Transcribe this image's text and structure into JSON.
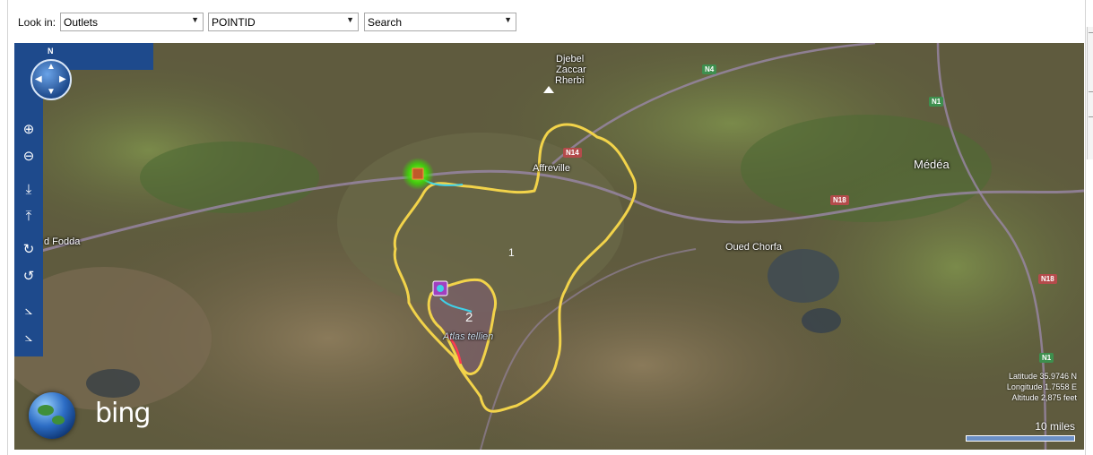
{
  "toolbar": {
    "look_in_label": "Look in:",
    "layer_select": {
      "value": "Outlets"
    },
    "field_select": {
      "value": "POINTID"
    },
    "search_select": {
      "value": "Search"
    }
  },
  "map": {
    "compass_label": "N",
    "provider": "bing",
    "places": {
      "djebel_line1": "Djebel",
      "djebel_line2": "Zaccar",
      "djebel_line3": "Rherbi",
      "affreville": "Affreville",
      "medea": "Médéa",
      "oued_chorfa": "Oued Chorfa",
      "fodda": "d Fodda",
      "atlas": "Atlas tellien"
    },
    "road_shields": {
      "n4": "N4",
      "n1_top": "N1",
      "n14": "N14",
      "n18_mid": "N18",
      "n18_right": "N18",
      "n1_bottom": "N1"
    },
    "polygon_labels": {
      "one": "1",
      "two": "2"
    },
    "readout": {
      "latitude": "Latitude 35.9746 N",
      "longitude": "Longitude 1.7558 E",
      "altitude": "Altitude 2,875 feet"
    },
    "scale_label": "10 miles",
    "colors": {
      "watershed_outline": "#f2d34a",
      "nav_panel": "#1e4a8c",
      "stream": "#3fd0e8",
      "stream_alt": "#ff3b4e",
      "outlet_highlight": "#39e000"
    },
    "nav_tools": [
      "zoom-in-icon",
      "zoom-out-icon",
      "tilt-down-icon",
      "tilt-up-icon",
      "rotate-right-icon",
      "rotate-left-icon",
      "pitch-icon",
      "reset-pitch-icon"
    ]
  }
}
